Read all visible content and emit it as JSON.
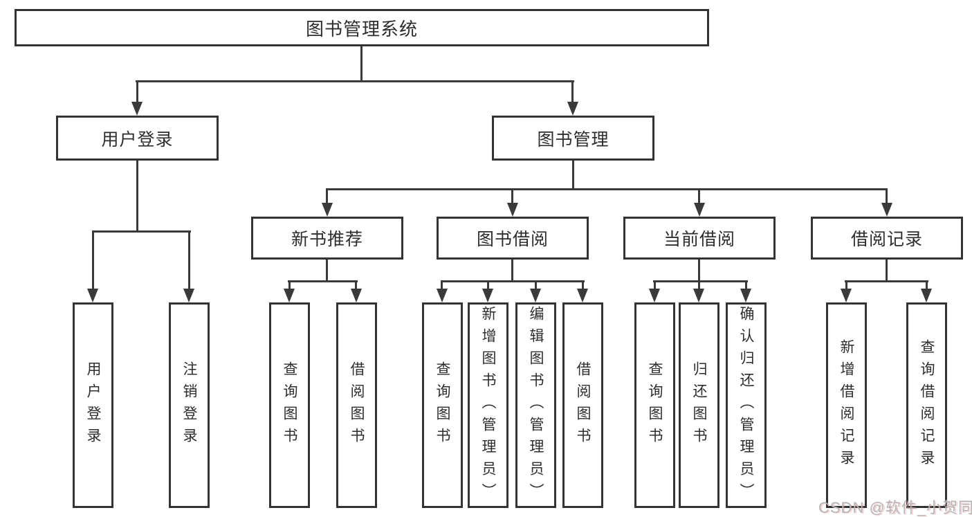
{
  "diagram_title": "图书管理系统",
  "tree": {
    "label": "图书管理系统",
    "children": [
      {
        "label": "用户登录",
        "children": [
          {
            "label": "用户登录"
          },
          {
            "label": "注销登录"
          }
        ]
      },
      {
        "label": "图书管理",
        "children": [
          {
            "label": "新书推荐",
            "children": [
              {
                "label": "查询图书"
              },
              {
                "label": "借阅图书"
              }
            ]
          },
          {
            "label": "图书借阅",
            "children": [
              {
                "label": "查询图书"
              },
              {
                "label": "新增图书（管理员）"
              },
              {
                "label": "编辑图书（管理员）"
              },
              {
                "label": "借阅图书"
              }
            ]
          },
          {
            "label": "当前借阅",
            "children": [
              {
                "label": "查询图书"
              },
              {
                "label": "归还图书"
              },
              {
                "label": "确认归还（管理员）"
              }
            ]
          },
          {
            "label": "借阅记录",
            "children": [
              {
                "label": "新增借阅记录"
              },
              {
                "label": "查询借阅记录"
              }
            ]
          }
        ]
      }
    ]
  },
  "watermark": {
    "text": "CSDN @软件_小贺同学"
  },
  "colors": {
    "line": "#3a3a3a",
    "box_border": "#333333",
    "text": "#2d2d2d",
    "watermark": "#b5b5b5",
    "background": "#ffffff"
  }
}
